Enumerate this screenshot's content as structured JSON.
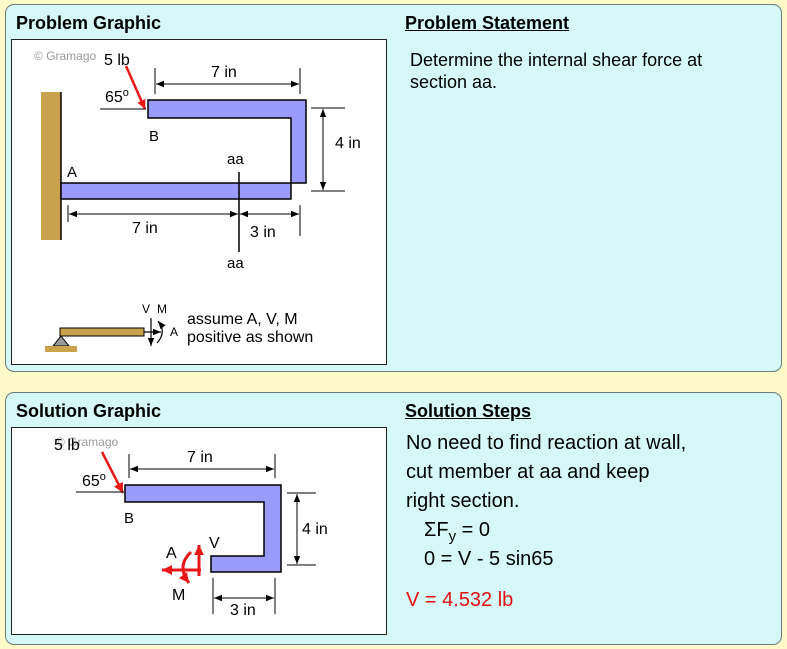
{
  "problem": {
    "graphic_title": "Problem Graphic",
    "statement_title": "Problem Statement",
    "statement_text": "Determine the internal shear force at section aa.",
    "watermark": "© Gramago",
    "labels": {
      "force": "5 lb",
      "angle": "65",
      "angle_unit": "o",
      "point_b": "B",
      "point_a": "A",
      "dim_top": "7 in",
      "dim_right": "4 in",
      "dim_bottom_left": "7 in",
      "dim_bottom_right": "3 in",
      "section_top": "aa",
      "section_bottom": "aa",
      "legend_v": "V",
      "legend_m": "M",
      "legend_a": "A",
      "legend_line1": "assume A, V, M",
      "legend_line2": "positive as shown"
    }
  },
  "solution": {
    "graphic_title": "Solution Graphic",
    "steps_title": "Solution Steps",
    "watermark": "© Gramago",
    "labels": {
      "force": "5 lb",
      "angle": "65",
      "angle_unit": "o",
      "point_b": "B",
      "dim_top": "7 in",
      "dim_right": "4 in",
      "dim_bottom": "3 in",
      "label_a": "A",
      "label_v": "V",
      "label_m": "M"
    },
    "steps": {
      "line1": "No need to find reaction at wall,",
      "line2": "cut member at aa and keep",
      "line3": "right section.",
      "eq1_sigma": "ΣF",
      "eq1_sub": "y",
      "eq1_rest": " = 0",
      "eq2": "0 = V - 5 sin65",
      "answer": "V = 4.532 lb"
    }
  },
  "colors": {
    "page_bg": "#fdf9c8",
    "panel_bg": "#d6f8f8",
    "member_fill": "#9b9bfb",
    "force_arrow": "#e81818",
    "wall": "#c9a24d",
    "answer": "#e01010"
  }
}
